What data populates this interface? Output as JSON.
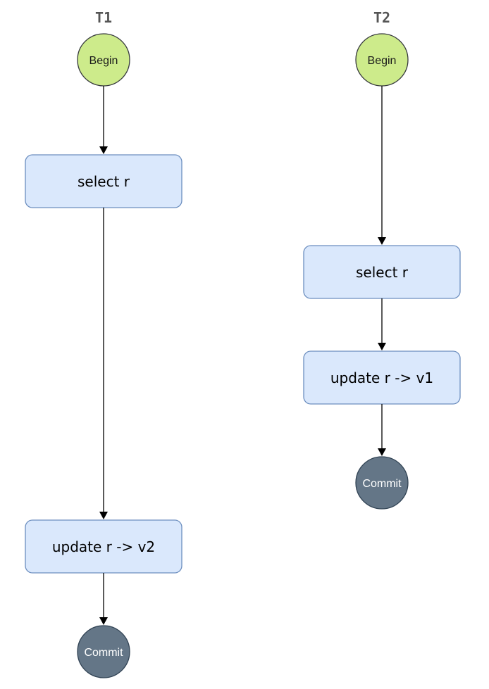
{
  "lanes": [
    {
      "title": "T1",
      "begin": "Begin",
      "steps": [
        "select r",
        "update r -> v2"
      ],
      "end": "Commit"
    },
    {
      "title": "T2",
      "begin": "Begin",
      "steps": [
        "select r",
        "update r -> v1"
      ],
      "end": "Commit"
    }
  ],
  "colors": {
    "begin_fill": "#cdeb8b",
    "commit_fill": "#647687",
    "step_fill": "#dae8fc",
    "step_stroke": "#6c8ebf"
  }
}
